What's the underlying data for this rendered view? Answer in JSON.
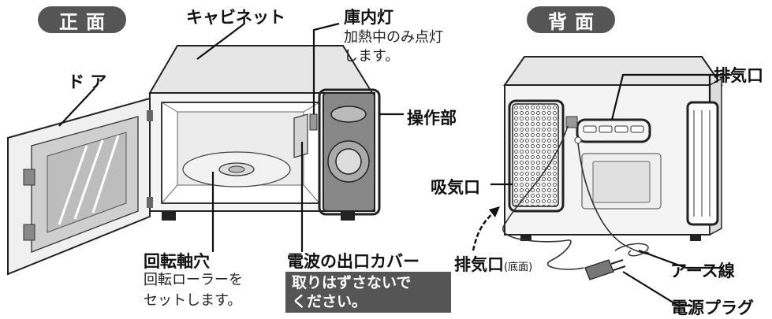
{
  "headers": {
    "front": "正面",
    "back": "背面"
  },
  "front": {
    "cabinet": "キャビネット",
    "lamp": "庫内灯",
    "lamp_note_1": "加熱中のみ点灯",
    "lamp_note_2": "します。",
    "door": "ド ア",
    "controls": "操作部",
    "turntable_hole": "回転軸穴",
    "turntable_note_1": "回転ローラーを",
    "turntable_note_2": "セットします。",
    "waveguide_cover": "電波の出口カバー",
    "cover_note_1": "取りはずさないで",
    "cover_note_2": "ください。"
  },
  "back": {
    "exhaust_top": "排気口",
    "intake": "吸気口",
    "exhaust_bottom": "排気口",
    "exhaust_bottom_suffix": "(底面)",
    "ground_wire": "アース線",
    "power_plug": "電源プラグ"
  }
}
